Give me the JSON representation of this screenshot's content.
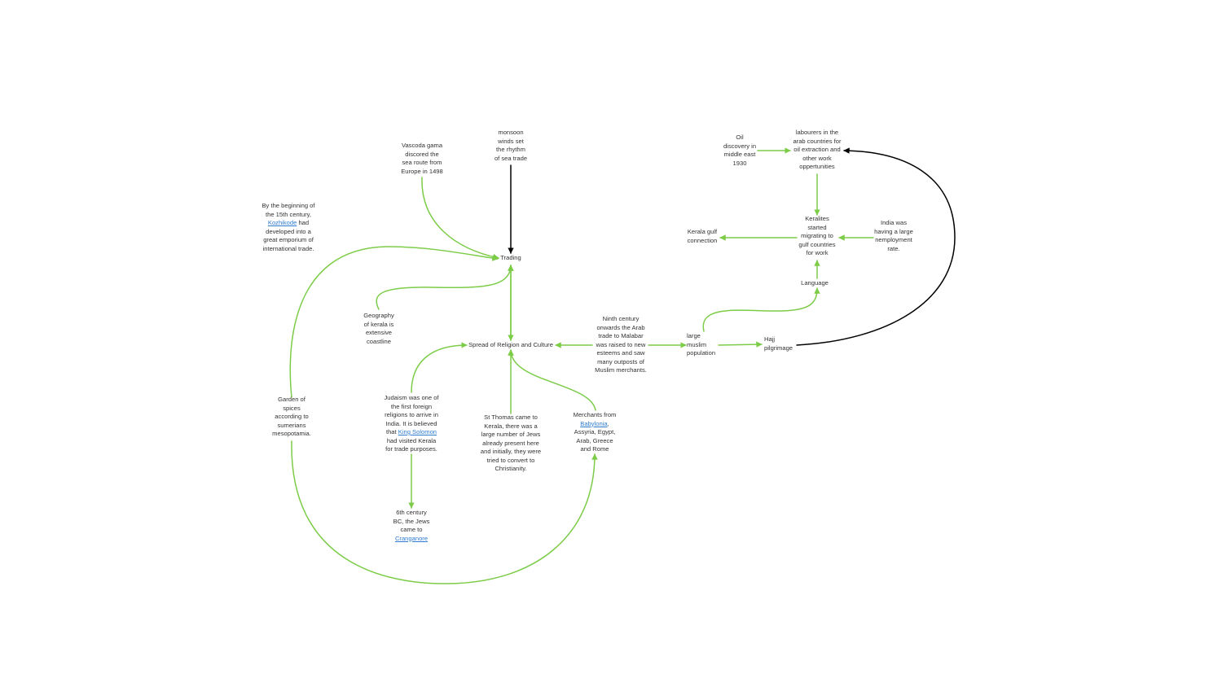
{
  "colors": {
    "edge_green": "#7ccc48",
    "edge_black": "#000000",
    "link": "#2e7bcf",
    "text": "#333333"
  },
  "nodes": {
    "monsoon": {
      "lines": [
        "monsoon",
        "winds set",
        "the rhythm",
        "of sea trade"
      ]
    },
    "vascoda": {
      "lines": [
        "Vascoda gama",
        "discored the",
        "sea route from",
        "Europe in 1498"
      ]
    },
    "kozhikode": {
      "line1": "By the beginning of",
      "line2": "the 15th century,",
      "link": "Kozhikode",
      "after_link": " had",
      "line4": "developed into a",
      "line5": "great emporium of",
      "line6": "international trade."
    },
    "trading": {
      "label": "Trading"
    },
    "geography": {
      "lines": [
        "Geography",
        "of kerala is",
        "extensive",
        "coastline"
      ]
    },
    "spread": {
      "label": "Spread of Religion and Culture"
    },
    "ninth": {
      "lines": [
        "Ninth century",
        "onwards the Arab",
        "trade to Malabar",
        "was raised to new",
        "esteems and saw",
        "many outposts of",
        "Muslim merchants."
      ]
    },
    "muslim": {
      "lines": [
        "large",
        "muslim",
        "population"
      ]
    },
    "hajj": {
      "lines": [
        "Hajj",
        "pilgrimage"
      ]
    },
    "language": {
      "label": "Language"
    },
    "oil": {
      "lines": [
        "Oil",
        "discovery in",
        "middle east",
        "1930"
      ]
    },
    "labourers": {
      "lines": [
        "labourers in the",
        "arab countries for",
        "oil extraction and",
        "other work",
        "oppertunities"
      ]
    },
    "keralites": {
      "lines": [
        "Keralites",
        "started",
        "migrating to",
        "gulf countries",
        "for work"
      ]
    },
    "gulf": {
      "lines": [
        "Kerala gulf",
        "connection"
      ]
    },
    "india": {
      "lines": [
        "India was",
        "having a large",
        "nemployment",
        "rate."
      ]
    },
    "garden": {
      "lines": [
        "Garden of",
        "spices",
        "according to",
        "sumerians",
        "mesopotamia."
      ]
    },
    "judaism": {
      "line1": "Judaism was one of",
      "line2": "the first foreign",
      "line3": "religions to arrive in",
      "line4": "India. It is believed",
      "before_link": "that ",
      "link": "King Solomon",
      "line6": "had visited Kerala",
      "line7": "for trade purposes."
    },
    "thomas": {
      "lines": [
        "St Thomas came to",
        "Kerala, there was a",
        "large number of Jews",
        "already present here",
        "and initially, they were",
        "tried to convert to",
        "Christianity."
      ]
    },
    "merchants": {
      "line1": "Merchants from",
      "link": "Babylonia",
      "after_link": ",",
      "line3": "Assyria, Egypt,",
      "line4": "Arab, Greece",
      "line5": "and Rome"
    },
    "sixth": {
      "line1": "6th century",
      "line2": "BC, the Jews",
      "line3": "came to",
      "link": "Cranganore"
    }
  }
}
